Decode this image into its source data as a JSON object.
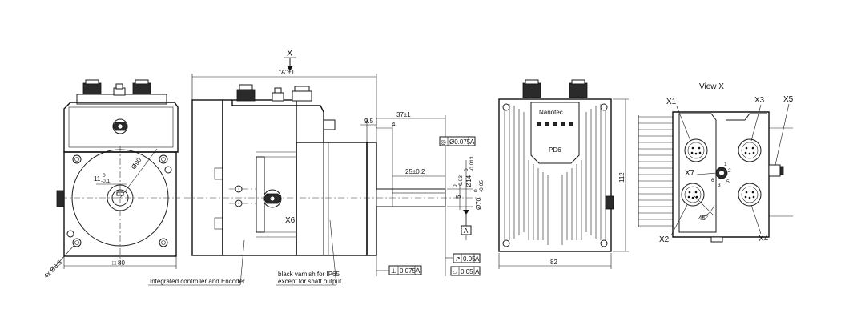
{
  "view_label": "X",
  "view_x_title": "View X",
  "dims": {
    "square_80": "□ 80",
    "holes": "4x Ø6.5",
    "tol_11": "11",
    "tol_11_hi": "0",
    "tol_11_lo": "-0.1",
    "dia_90": "Ø90",
    "length_A": "\"A\"±1",
    "d_9_5": "9.5",
    "d_4": "4",
    "d_37": "37±1",
    "d_25": "25±0.2",
    "d_5": "5",
    "d_5_hi": "0",
    "d_5_lo": "-0.03",
    "dia_14": "Ø14",
    "dia_14_hi": "0",
    "dia_14_lo": "-0.013",
    "dia_70": "Ø70",
    "dia_70_hi": "0",
    "dia_70_lo": "-0.05",
    "d_82": "82",
    "d_112": "112",
    "angle_45": "45°"
  },
  "tolerances": {
    "concentricity_sym": "◎",
    "concentricity_val": "Ø0.075",
    "concentricity_ref": "A",
    "datum": "A",
    "perp_sym": "⊥",
    "perp_val": "0.075",
    "perp_ref": "A",
    "runout_sym": "↗",
    "runout_val": "0.05",
    "runout_ref": "A",
    "flat_sym": "⏥",
    "flat_val": "0.05",
    "flat_ref": "A"
  },
  "connectors": {
    "x1": "X1",
    "x2": "X2",
    "x3": "X3",
    "x4": "X4",
    "x5": "X5",
    "x6": "X6",
    "x7": "X7"
  },
  "x7_pins": [
    "1",
    "2",
    "3",
    "6",
    "5"
  ],
  "brand": "Nanotec",
  "model": "PD6",
  "annotations": {
    "controller": "Integrated controller and Encoder",
    "varnish_1": "black varnish for IP65",
    "varnish_2": "except for shaft output"
  }
}
